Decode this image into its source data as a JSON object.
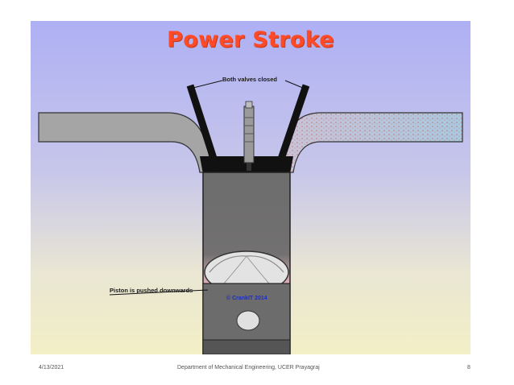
{
  "slide": {
    "title": "Power Stroke",
    "labels": {
      "valves": "Both valves closed",
      "piston": "Piston is pushed downwards",
      "copyright": "© CrankIT 2014"
    }
  },
  "footer": {
    "date": "4/13/2021",
    "department": "Department of Mechanical Engineering, UCER Prayagraj",
    "page_number": "8"
  },
  "colors": {
    "title": "#ff4a28",
    "cylinder": "#707070",
    "intake_port": "#a8a8a8",
    "exhaust_port": "#aac6dc",
    "exhaust_particles": "#c0392b",
    "valves": "#111111",
    "piston": "#e0e0e0"
  }
}
